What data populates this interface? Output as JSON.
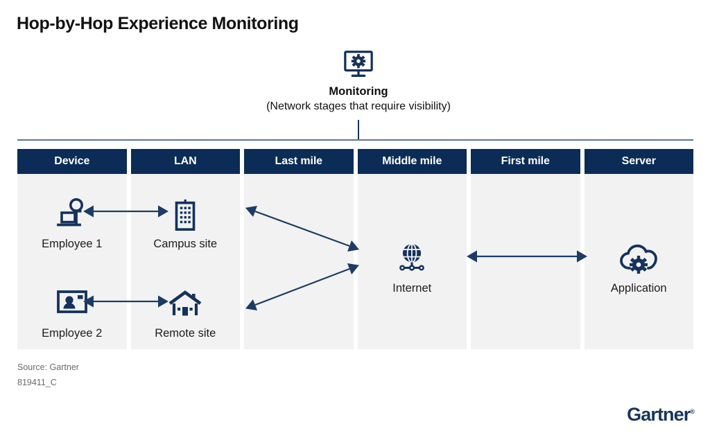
{
  "page_title": "Hop-by-Hop Experience Monitoring",
  "monitoring": {
    "icon": "monitor-gear-icon",
    "title": "Monitoring",
    "subtitle": "(Network stages that require visibility)"
  },
  "colors": {
    "header_navy": "#0a2c56",
    "icon_navy": "#14325c",
    "arrow_navy": "#1b3c66",
    "column_body": "#f2f2f2",
    "divider": "#5b769a",
    "logo_navy": "#17355f",
    "footer_text": "#6b6b6b"
  },
  "columns": [
    {
      "header": "Device",
      "nodes": [
        {
          "label": "Employee 1",
          "icon": "employee-desk-icon",
          "row": "row1"
        },
        {
          "label": "Employee 2",
          "icon": "employee-screen-icon",
          "row": "row2"
        }
      ]
    },
    {
      "header": "LAN",
      "nodes": [
        {
          "label": "Campus site",
          "icon": "office-building-icon",
          "row": "row1"
        },
        {
          "label": "Remote site",
          "icon": "house-icon",
          "row": "row2"
        }
      ]
    },
    {
      "header": "Last mile",
      "nodes": []
    },
    {
      "header": "Middle mile",
      "nodes": [
        {
          "label": "Internet",
          "icon": "globe-network-icon",
          "row": "center"
        }
      ]
    },
    {
      "header": "First mile",
      "nodes": []
    },
    {
      "header": "Server",
      "nodes": [
        {
          "label": "Application",
          "icon": "cloud-gear-icon",
          "row": "center"
        }
      ]
    }
  ],
  "connections": [
    {
      "name": "employee1-campus",
      "type": "double-arrow-horizontal"
    },
    {
      "name": "employee2-remote",
      "type": "double-arrow-horizontal"
    },
    {
      "name": "campus-internet",
      "type": "double-arrow-diagonal-down"
    },
    {
      "name": "remote-internet",
      "type": "double-arrow-diagonal-up"
    },
    {
      "name": "internet-application",
      "type": "double-arrow-horizontal"
    }
  ],
  "footer": {
    "source": "Source: Gartner",
    "code": "819411_C",
    "logo": "Gartner",
    "logo_mark": "®"
  }
}
